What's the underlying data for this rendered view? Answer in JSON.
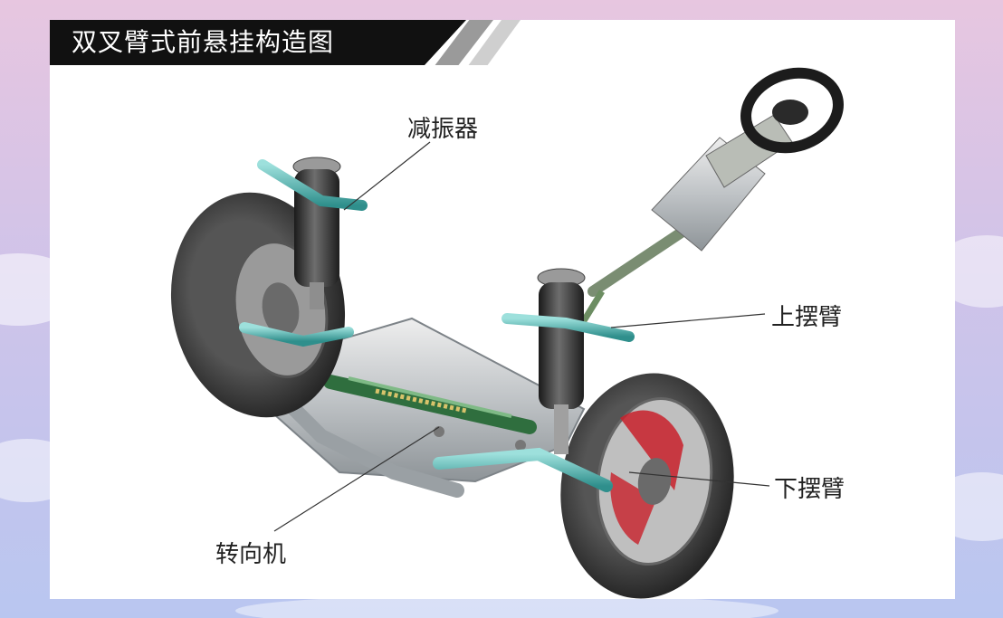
{
  "title": "双叉臂式前悬挂构造图",
  "labels": {
    "shock_absorber": "减振器",
    "upper_arm": "上摆臂",
    "lower_arm": "下摆臂",
    "steering_gear": "转向机"
  },
  "colors": {
    "backdrop": "#c9c6e6",
    "title_bar": "#111111",
    "arm_teal": "#4fb4b2",
    "brake_red": "#c8202a",
    "tire": "#2b2b2b",
    "subframe": "#c4c7c9"
  }
}
